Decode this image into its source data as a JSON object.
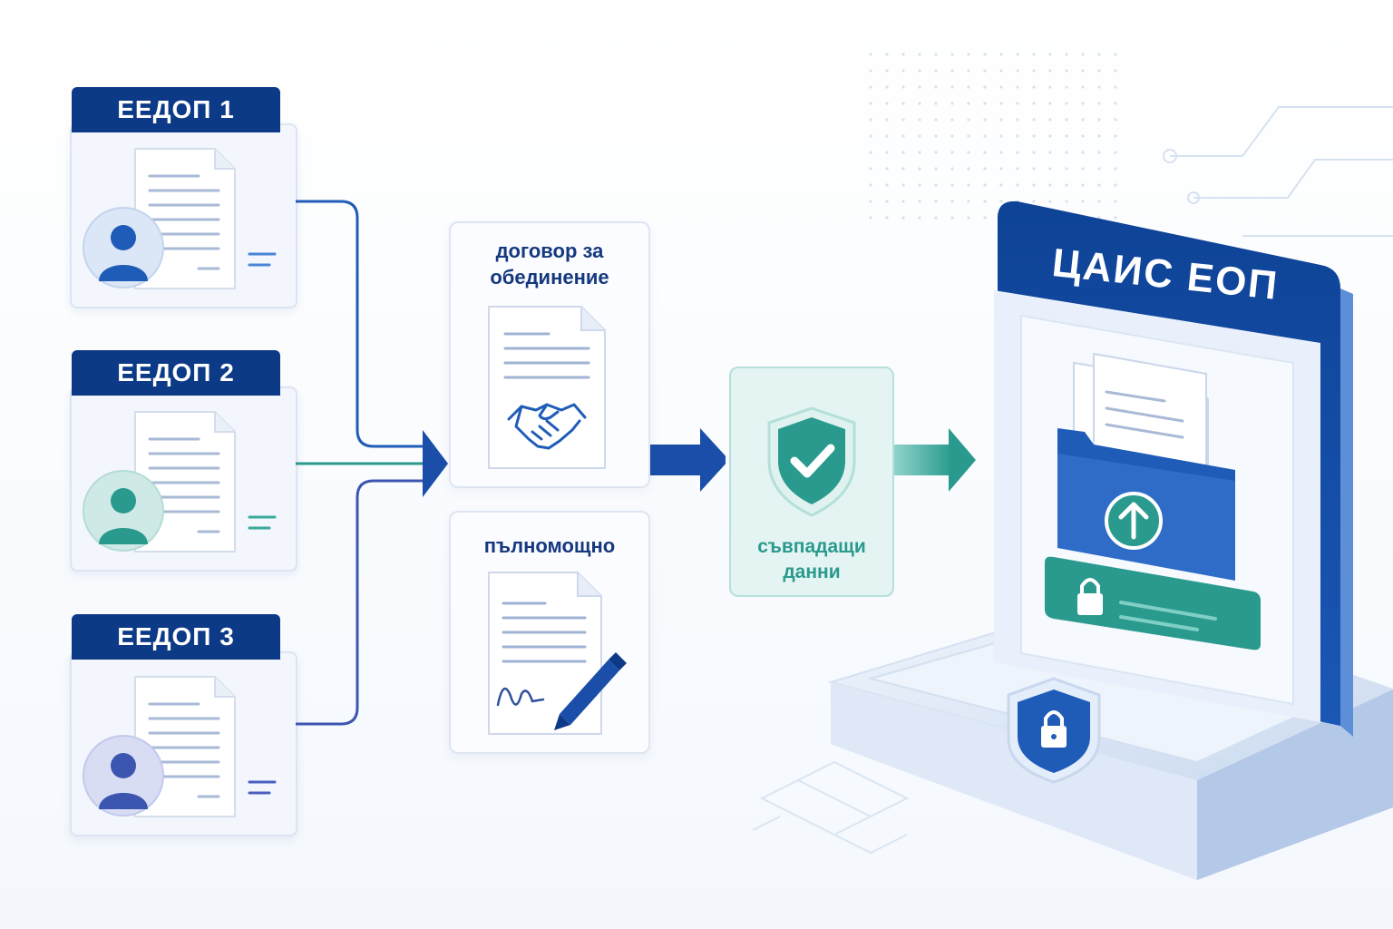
{
  "sources": [
    {
      "label": "ЕЕДОП 1",
      "avatar_color": "#1f5cb8"
    },
    {
      "label": "ЕЕДОП 2",
      "avatar_color": "#2a9a8e"
    },
    {
      "label": "ЕЕДОП 3",
      "avatar_color": "#3c56b0"
    }
  ],
  "documents": {
    "agreement": {
      "title": "договор за обединение",
      "icon": "handshake-icon"
    },
    "power_of_attorney": {
      "title": "пълномощно",
      "icon": "signature-pen-icon"
    }
  },
  "verification": {
    "title": "съвпадащи данни",
    "icon": "shield-check-icon"
  },
  "system": {
    "title": "ЦАИС ЕОП",
    "icons": [
      "folder-upload-icon",
      "lock-icon",
      "shield-lock-icon"
    ]
  },
  "colors": {
    "navy": "#0d3a86",
    "teal": "#2a9a8e",
    "light_blue": "#e8effa"
  }
}
